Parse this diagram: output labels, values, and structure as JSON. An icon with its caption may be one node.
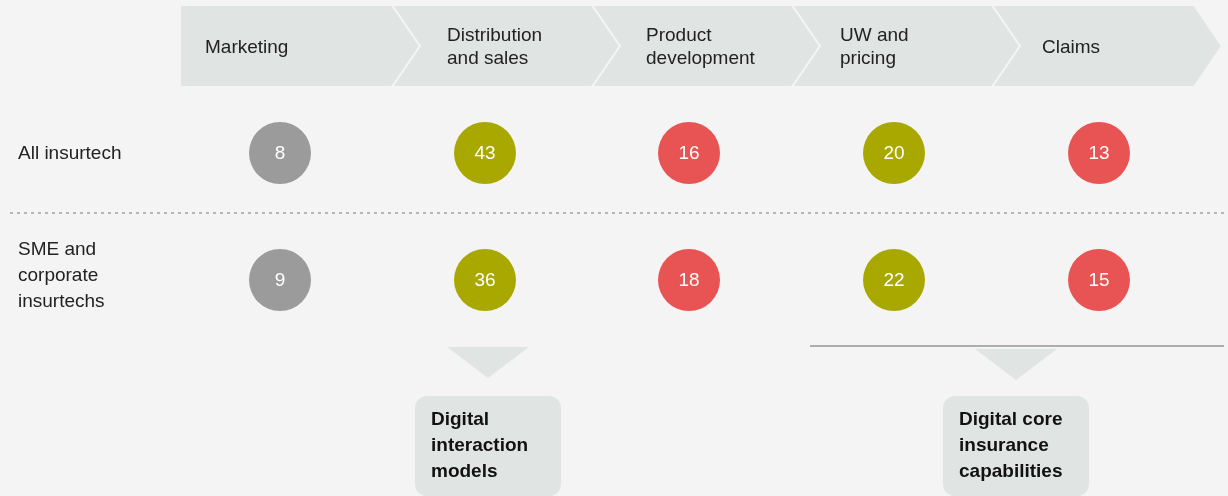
{
  "diagram": {
    "nodes": [
      {
        "text": [
          "Marketing"
        ]
      },
      {
        "text": [
          "Distribution and sales"
        ]
      },
      {
        "text": [
          "Product development"
        ]
      },
      {
        "text": [
          "UW and pricing"
        ]
      },
      {
        "text": [
          "Claims"
        ]
      },
      {
        "text": [
          "8"
        ]
      },
      {
        "text": [
          "43"
        ]
      },
      {
        "text": [
          "16"
        ]
      },
      {
        "text": [
          "20"
        ]
      },
      {
        "text": [
          "13"
        ]
      },
      {
        "text": [
          "9"
        ]
      },
      {
        "text": [
          "36"
        ]
      },
      {
        "text": [
          "18"
        ]
      },
      {
        "text": [
          "22"
        ]
      },
      {
        "text": [
          "15"
        ]
      },
      {
        "text": [
          "Digital interaction models"
        ]
      },
      {
        "text": [
          "Digital core insurance capabilities"
        ]
      }
    ],
    "edges": [
      {
        "from": 11,
        "to": 15,
        "arrow": "to"
      },
      {
        "from": null,
        "to": 16,
        "arrow": "to"
      }
    ],
    "labels": [
      "All insurtech",
      "SME and corporate insurtechs"
    ]
  }
}
